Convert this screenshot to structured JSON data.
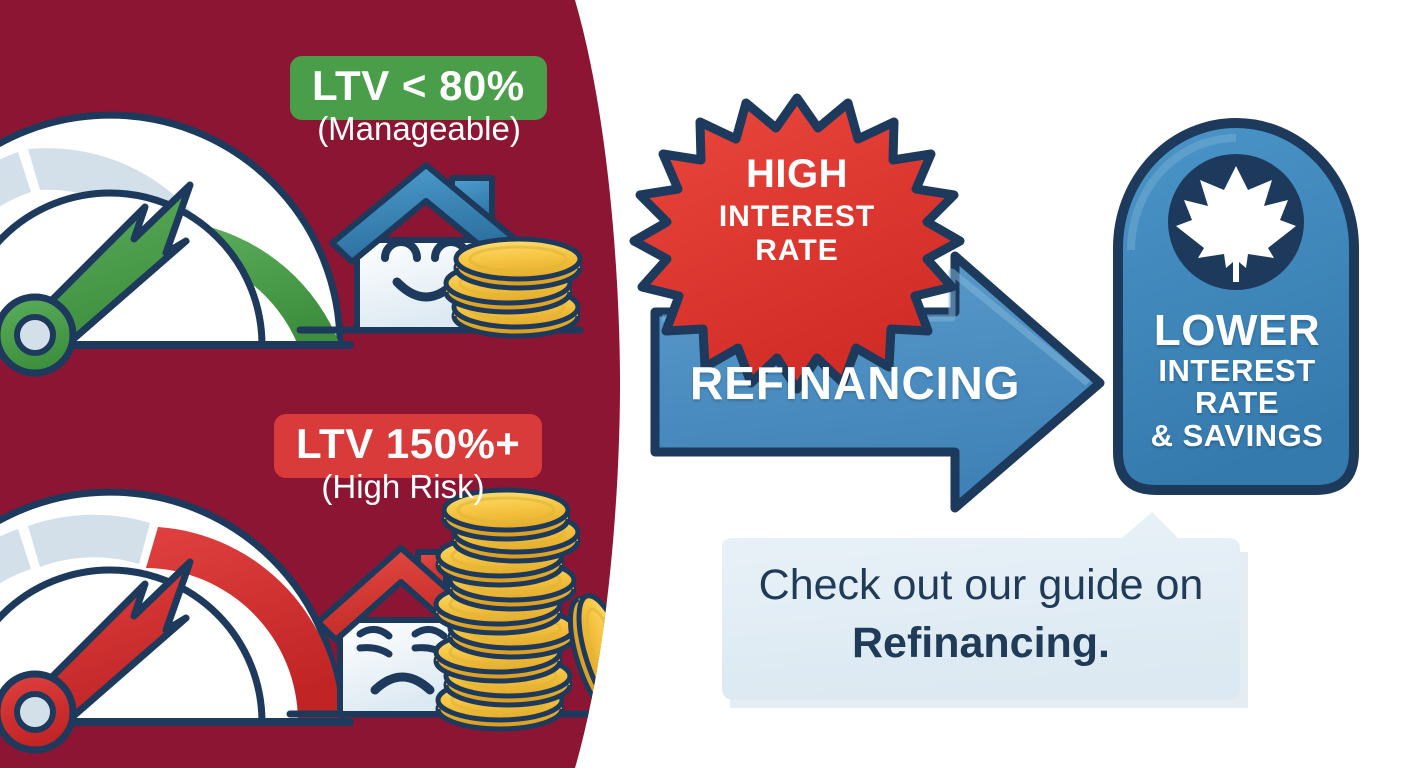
{
  "panel": {
    "background_color": "#8c1533",
    "rows": [
      {
        "id": "manageable",
        "badge_label": "LTV < 80%",
        "badge_color": "#4a9e4a",
        "sub_label": "(Manageable)",
        "gauge": {
          "name": "ltv-gauge-low",
          "needle_color": "#4a9e4a",
          "arc_color": "#4a9e4a",
          "track_color": "#d3e0ea"
        },
        "house": {
          "name": "happy-house-icon",
          "mood": "happy",
          "roof_color": "#2f7fb5"
        },
        "coins": {
          "name": "coin-stack-small",
          "count": 3
        }
      },
      {
        "id": "high-risk",
        "badge_label": "LTV 150%+",
        "badge_color": "#d93b3b",
        "sub_label": "(High Risk)",
        "gauge": {
          "name": "ltv-gauge-high",
          "needle_color": "#d62d2d",
          "arc_color": "#d62d2d",
          "track_color": "#d3e0ea"
        },
        "house": {
          "name": "sad-house-icon",
          "mood": "sad",
          "roof_color": "#e03030"
        },
        "coins": {
          "name": "coin-stack-tall",
          "count": 9
        }
      }
    ]
  },
  "starburst": {
    "line1": "HIGH",
    "line2": "INTEREST",
    "line3": "RATE",
    "fill_color": "#e03a32",
    "stroke_color": "#1d3a5c"
  },
  "arrow": {
    "label": "REFINANCING",
    "fill_color": "#4a8fc2",
    "stroke_color": "#1d3a5c"
  },
  "shield": {
    "line1": "LOWER",
    "line2": "INTEREST",
    "line3": "RATE",
    "line4": "& SAVINGS",
    "fill_color": "#3d86bd",
    "stroke_color": "#1d3a5c",
    "emblem": {
      "name": "maple-leaf-icon",
      "circle_color": "#1d3a5c",
      "leaf_color": "#ffffff"
    }
  },
  "callout": {
    "text_plain": "Check out our guide on ",
    "text_bold": "Refinancing.",
    "fill_color": "#e2edf4",
    "text_color": "#1f3b58"
  }
}
